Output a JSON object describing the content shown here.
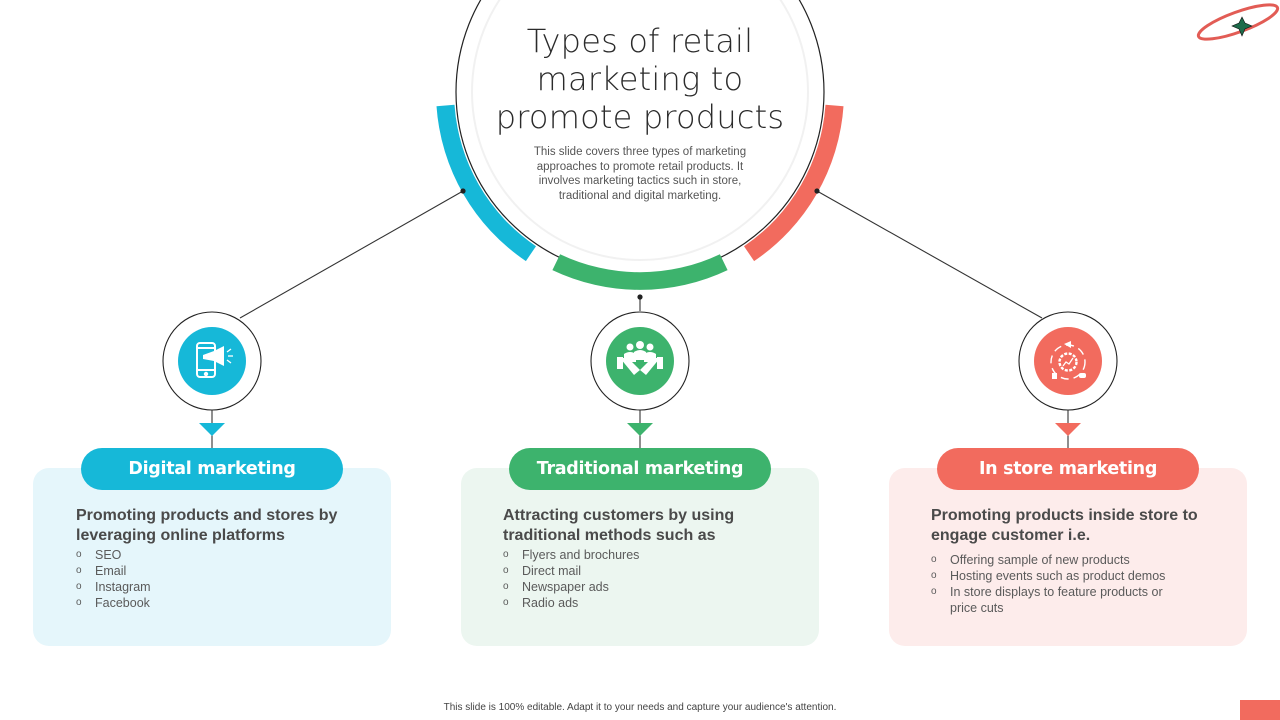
{
  "slide": {
    "title": "Types of retail marketing to promote products",
    "title_lines": [
      "Types of retail",
      "marketing to",
      "promote products"
    ],
    "description": "This slide covers three types of marketing approaches to promote retail products. It involves marketing tactics such in store, traditional and digital marketing.",
    "footer": "This slide is 100% editable. Adapt it to your needs and capture your audience's attention.",
    "logo_icon": "orbit-star-logo-icon"
  },
  "colors": {
    "digital": "#16b8d8",
    "traditional": "#3db36d",
    "in_store": "#f26b5e",
    "digital_bg": "#e5f6fb",
    "traditional_bg": "#ecf6f0",
    "in_store_bg": "#fdeceb",
    "text_dark": "#4a4a4a"
  },
  "sections": [
    {
      "key": "digital",
      "label": "Digital marketing",
      "icon": "smartphone-megaphone-icon",
      "heading": "Promoting products and stores by leveraging online platforms",
      "items": [
        "SEO",
        "Email",
        "Instagram",
        "Facebook"
      ]
    },
    {
      "key": "traditional",
      "label": "Traditional marketing",
      "icon": "handshake-group-icon",
      "heading": "Attracting customers by using traditional methods such as",
      "items": [
        "Flyers and brochures",
        "Direct mail",
        "Newspaper ads",
        "Radio ads"
      ]
    },
    {
      "key": "in_store",
      "label": "In store marketing",
      "icon": "engagement-gear-icon",
      "heading": "Promoting products inside store to engage customer i.e.",
      "items": [
        "Offering sample of new products",
        "Hosting events such as product demos",
        "In store displays to feature products or price cuts"
      ]
    }
  ]
}
